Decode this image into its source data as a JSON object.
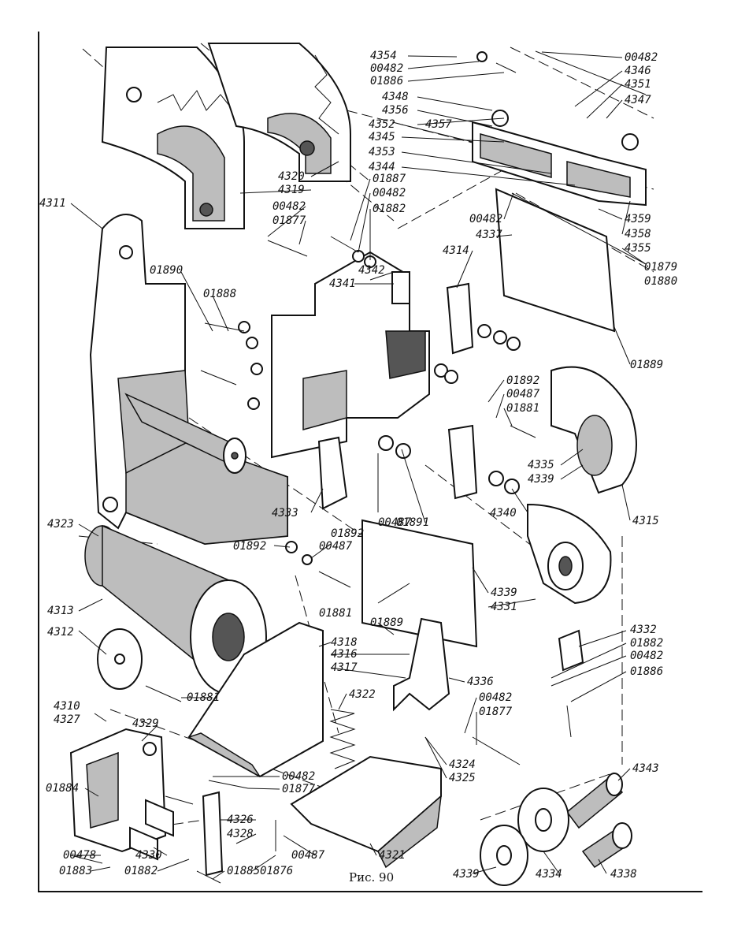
{
  "caption": "Рис. 90",
  "labels": [
    {
      "key": "a1",
      "text": "4354"
    },
    {
      "key": "a2",
      "text": "00482"
    },
    {
      "key": "a3",
      "text": "01886"
    },
    {
      "key": "a4",
      "text": "00482"
    },
    {
      "key": "a5",
      "text": "4346"
    },
    {
      "key": "a6",
      "text": "4351"
    },
    {
      "key": "a7",
      "text": "4347"
    },
    {
      "key": "a8",
      "text": "4348"
    },
    {
      "key": "a9",
      "text": "4356"
    },
    {
      "key": "a10",
      "text": "4352"
    },
    {
      "key": "a11",
      "text": "4357"
    },
    {
      "key": "a12",
      "text": "4345"
    },
    {
      "key": "a13",
      "text": "4353"
    },
    {
      "key": "a14",
      "text": "4344"
    },
    {
      "key": "a15",
      "text": "4320"
    },
    {
      "key": "a16",
      "text": "4319"
    },
    {
      "key": "a17",
      "text": "4311"
    },
    {
      "key": "a18",
      "text": "00482"
    },
    {
      "key": "a19",
      "text": "01877"
    },
    {
      "key": "a20",
      "text": "01887"
    },
    {
      "key": "a21",
      "text": "00482"
    },
    {
      "key": "a22",
      "text": "01882"
    },
    {
      "key": "a23",
      "text": "4359"
    },
    {
      "key": "a24",
      "text": "4358"
    },
    {
      "key": "a25",
      "text": "4355"
    },
    {
      "key": "a26",
      "text": "00482"
    },
    {
      "key": "a27",
      "text": "4337"
    },
    {
      "key": "a28",
      "text": "4314"
    },
    {
      "key": "a29",
      "text": "4342"
    },
    {
      "key": "a30",
      "text": "4341"
    },
    {
      "key": "a31",
      "text": "01879"
    },
    {
      "key": "a32",
      "text": "01880"
    },
    {
      "key": "a33",
      "text": "01890"
    },
    {
      "key": "a34",
      "text": "01888"
    },
    {
      "key": "a35",
      "text": "01889"
    },
    {
      "key": "a36",
      "text": "01892"
    },
    {
      "key": "a37",
      "text": "00487"
    },
    {
      "key": "a38",
      "text": "01881"
    },
    {
      "key": "a39",
      "text": "4335"
    },
    {
      "key": "a40",
      "text": "4339"
    },
    {
      "key": "a41",
      "text": "4333"
    },
    {
      "key": "a42",
      "text": "4340"
    },
    {
      "key": "a43",
      "text": "4315"
    },
    {
      "key": "a44",
      "text": "4323"
    },
    {
      "key": "a45",
      "text": "01892"
    },
    {
      "key": "a46",
      "text": "00487"
    },
    {
      "key": "a47",
      "text": "01891"
    },
    {
      "key": "a48",
      "text": "01892"
    },
    {
      "key": "a49",
      "text": "00487"
    },
    {
      "key": "a50",
      "text": "4339"
    },
    {
      "key": "a51",
      "text": "4331"
    },
    {
      "key": "a52",
      "text": "4313"
    },
    {
      "key": "a53",
      "text": "4312"
    },
    {
      "key": "a54",
      "text": "01881"
    },
    {
      "key": "a55",
      "text": "01889"
    },
    {
      "key": "a56",
      "text": "4318"
    },
    {
      "key": "a57",
      "text": "4316"
    },
    {
      "key": "a58",
      "text": "4317"
    },
    {
      "key": "a59",
      "text": "4332"
    },
    {
      "key": "a60",
      "text": "01882"
    },
    {
      "key": "a61",
      "text": "00482"
    },
    {
      "key": "a62",
      "text": "01886"
    },
    {
      "key": "a63",
      "text": "01881"
    },
    {
      "key": "a64",
      "text": "4336"
    },
    {
      "key": "a65",
      "text": "4322"
    },
    {
      "key": "a66",
      "text": "4310"
    },
    {
      "key": "a67",
      "text": "4327"
    },
    {
      "key": "a68",
      "text": "4329"
    },
    {
      "key": "a69",
      "text": "00482"
    },
    {
      "key": "a70",
      "text": "01877"
    },
    {
      "key": "a71",
      "text": "4324"
    },
    {
      "key": "a72",
      "text": "4325"
    },
    {
      "key": "a73",
      "text": "01884"
    },
    {
      "key": "a74",
      "text": "00482"
    },
    {
      "key": "a75",
      "text": "01877"
    },
    {
      "key": "a76",
      "text": "4326"
    },
    {
      "key": "a77",
      "text": "4328"
    },
    {
      "key": "a78",
      "text": "4343"
    },
    {
      "key": "a79",
      "text": "00478"
    },
    {
      "key": "a80",
      "text": "4330"
    },
    {
      "key": "a81",
      "text": "00487"
    },
    {
      "key": "a82",
      "text": "01883"
    },
    {
      "key": "a83",
      "text": "01882"
    },
    {
      "key": "a84",
      "text": "01885"
    },
    {
      "key": "a85",
      "text": "01876"
    },
    {
      "key": "a86",
      "text": "4321"
    },
    {
      "key": "a87",
      "text": "4339"
    },
    {
      "key": "a88",
      "text": "4334"
    },
    {
      "key": "a89",
      "text": "4338"
    }
  ]
}
